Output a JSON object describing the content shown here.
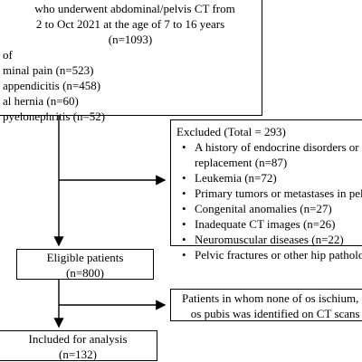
{
  "top_box": {
    "line1": "who underwent abdominal/pelvis CT from",
    "line2": "2 to Oct 2021 at the age of 7 to 16 years",
    "count": "(n=1093)",
    "of_label": "of",
    "reasons": [
      "minal pain (n=523)",
      "appendicitis (n=458)",
      "al hernia (n=60)",
      "pyelonephritis (n=52)"
    ]
  },
  "excluded_box": {
    "title": "Excluded (Total = 293)",
    "items": [
      {
        "line1": "A history of endocrine disorders or ho",
        "line2": "replacement (n=87)"
      },
      {
        "line1": "Leukemia (n=72)"
      },
      {
        "line1": "Primary tumors or metastases in pelv"
      },
      {
        "line1": "Congenital anomalies (n=27)"
      },
      {
        "line1": "Inadequate CT images (n=26)"
      },
      {
        "line1": "Neuromuscular diseases (n=22)"
      },
      {
        "line1": "Pelvic fractures or other hip patholog"
      }
    ]
  },
  "eligible_box": {
    "title": "Eligible patients",
    "count": "(n=800)"
  },
  "second_exclusion_box": {
    "line1": "Patients in whom none of os ischium, os",
    "line2": "os pubis was identified on CT scans ("
  },
  "included_box": {
    "title": "Included for analysis",
    "count": "(n=132)"
  }
}
